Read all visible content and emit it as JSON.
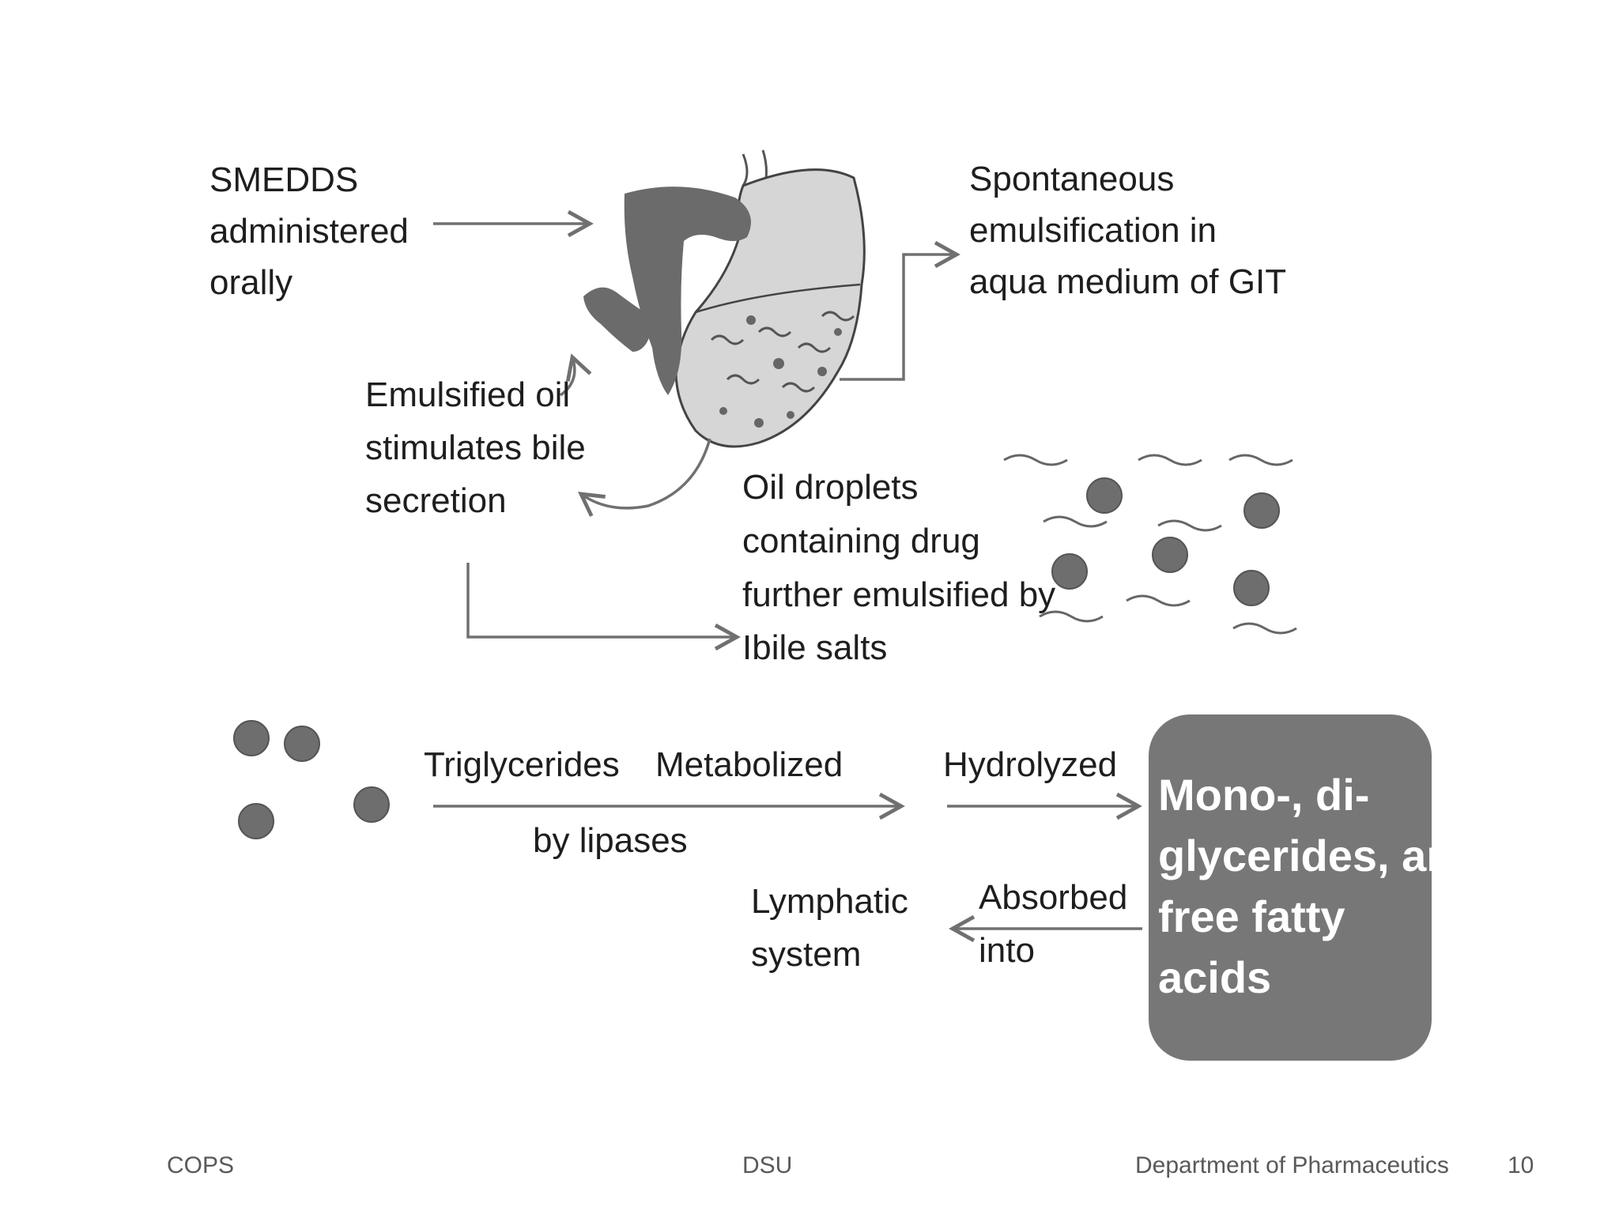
{
  "diagram": {
    "smedds": [
      "SMEDDS",
      "administered",
      "orally"
    ],
    "spontaneous": [
      "Spontaneous",
      "emulsification in",
      "aqua medium of GIT"
    ],
    "emulsified_oil": [
      "Emulsified oil",
      "stimulates bile",
      "secretion"
    ],
    "oil_droplets": [
      "Oil droplets",
      "containing drug",
      "further emulsified by",
      "Ibile salts"
    ],
    "triglycerides": "Triglycerides",
    "metabolized": "Metabolized",
    "by_lipases": "by lipases",
    "hydrolyzed": "Hydrolyzed",
    "lymphatic": [
      "Lymphatic",
      "system"
    ],
    "absorbed": [
      "Absorbed",
      "into"
    ],
    "products_box": [
      "Mono-, di-",
      "glycerides, and",
      "free fatty",
      "acids"
    ]
  },
  "footer": {
    "left": "COPS",
    "center": "DSU",
    "right": "Department of Pharmaceutics",
    "page": "10"
  },
  "colors": {
    "organ_dark": "#6b6b6b",
    "stomach_light": "#d6d6d6",
    "arrow": "#707070",
    "droplet": "#6e6e6e",
    "box": "#777777",
    "text": "#1e1e1e",
    "footer_text": "#595959"
  }
}
